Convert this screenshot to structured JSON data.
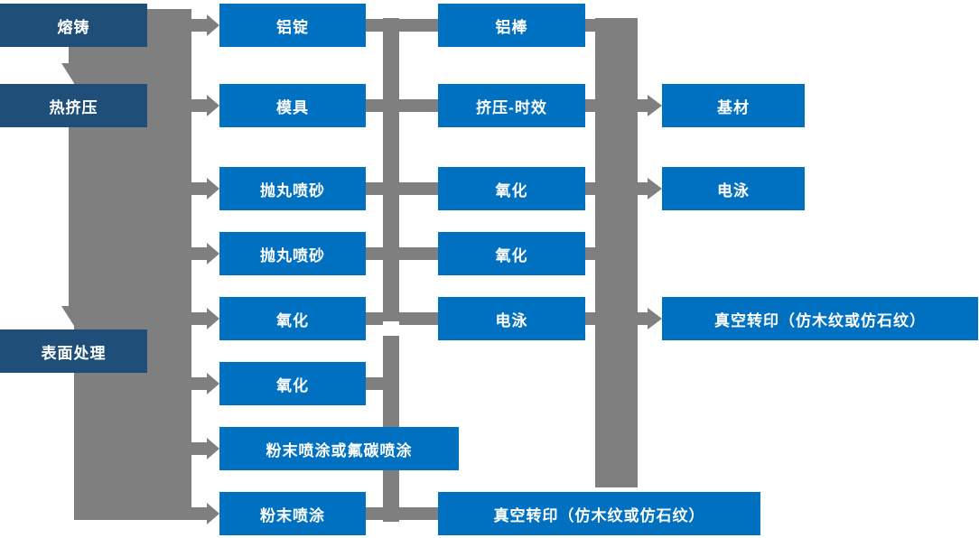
{
  "diagram_title": "",
  "colors": {
    "dark_box": "#1F4E79",
    "blue_box": "#0070C0",
    "connector": "#7F7F7F",
    "text": "#FFFFFF",
    "background": "#FFFFFF"
  },
  "nodes": {
    "melting": "熔铸",
    "hot_extrusion": "热挤压",
    "surface_treatment": "表面处理",
    "aluminum_ingot": "铝锭",
    "mold": "模具",
    "shot_blasting_1": "抛丸喷砂",
    "shot_blasting_2": "抛丸喷砂",
    "oxidation_mid_1": "氧化",
    "oxidation_mid_2": "氧化",
    "powder_or_fluorocarbon": "粉末喷涂或氟碳喷涂",
    "powder_coating": "粉末喷涂",
    "aluminum_rod": "铝棒",
    "extrusion_aging": "挤压-时效",
    "oxidation_right_1": "氧化",
    "oxidation_right_2": "氧化",
    "electrophoresis_1": "电泳",
    "vacuum_transfer_bottom": "真空转印（仿木纹或仿石纹）",
    "base_material": "基材",
    "electrophoresis_2": "电泳",
    "vacuum_transfer_right": "真空转印（仿木纹或仿石纹）"
  }
}
